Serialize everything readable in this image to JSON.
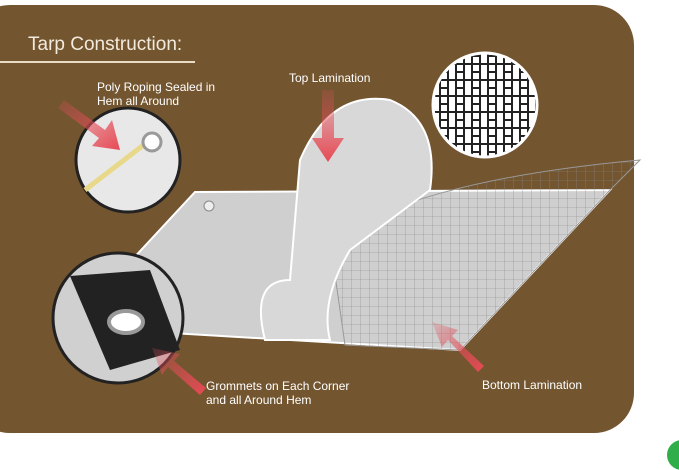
{
  "title": "Tarp Construction:",
  "labels": {
    "poly_roping": [
      "Poly Roping Sealed in",
      "Hem all  Around"
    ],
    "top_lamination": "Top Lamination",
    "grommets": [
      "Grommets on Each Corner",
      "and all Around Hem"
    ],
    "bottom_lamination": "Bottom Lamination"
  },
  "colors": {
    "background": "#735530",
    "arrow": "#e0505a",
    "tarp": "#c8c8c8"
  }
}
